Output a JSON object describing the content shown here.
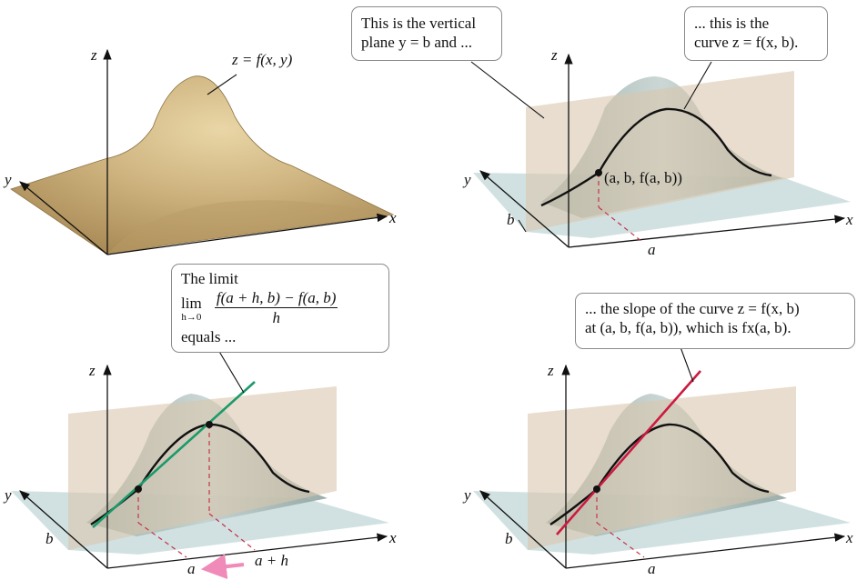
{
  "panel1": {
    "axis_z": "z",
    "axis_y": "y",
    "axis_x": "x",
    "surface_label": "z = f(x, y)"
  },
  "panel2": {
    "axis_z": "z",
    "axis_y": "y",
    "axis_x": "x",
    "label_b": "b",
    "label_a": "a",
    "point_label": "(a, b, f(a, b))",
    "callout_plane": [
      "This is the vertical",
      "plane y = b and ..."
    ],
    "callout_curve": [
      "... this is the",
      "curve z = f(x, b)."
    ]
  },
  "panel3": {
    "axis_z": "z",
    "axis_y": "y",
    "axis_x": "x",
    "label_b": "b",
    "label_a": "a",
    "label_a_plus_h": "a + h",
    "callout": {
      "line1": "The limit",
      "lim": "lim",
      "lim_sub": "h→0",
      "numerator": "f(a + h, b) − f(a, b)",
      "denominator": "h",
      "line3": "equals ..."
    }
  },
  "panel4": {
    "axis_z": "z",
    "axis_y": "y",
    "axis_x": "x",
    "label_b": "b",
    "label_a": "a",
    "callout": [
      "... the slope of the curve z = f(x, b)",
      "at (a, b, f(a, b)), which is fx(a, b)."
    ]
  },
  "colors": {
    "surface": "#cdb27e",
    "plane": "#d9c7ae",
    "floor": "#c9dcdc",
    "secant": "#1a9a6a",
    "tangent": "#cc1a40",
    "arrow": "#f08ab8"
  }
}
